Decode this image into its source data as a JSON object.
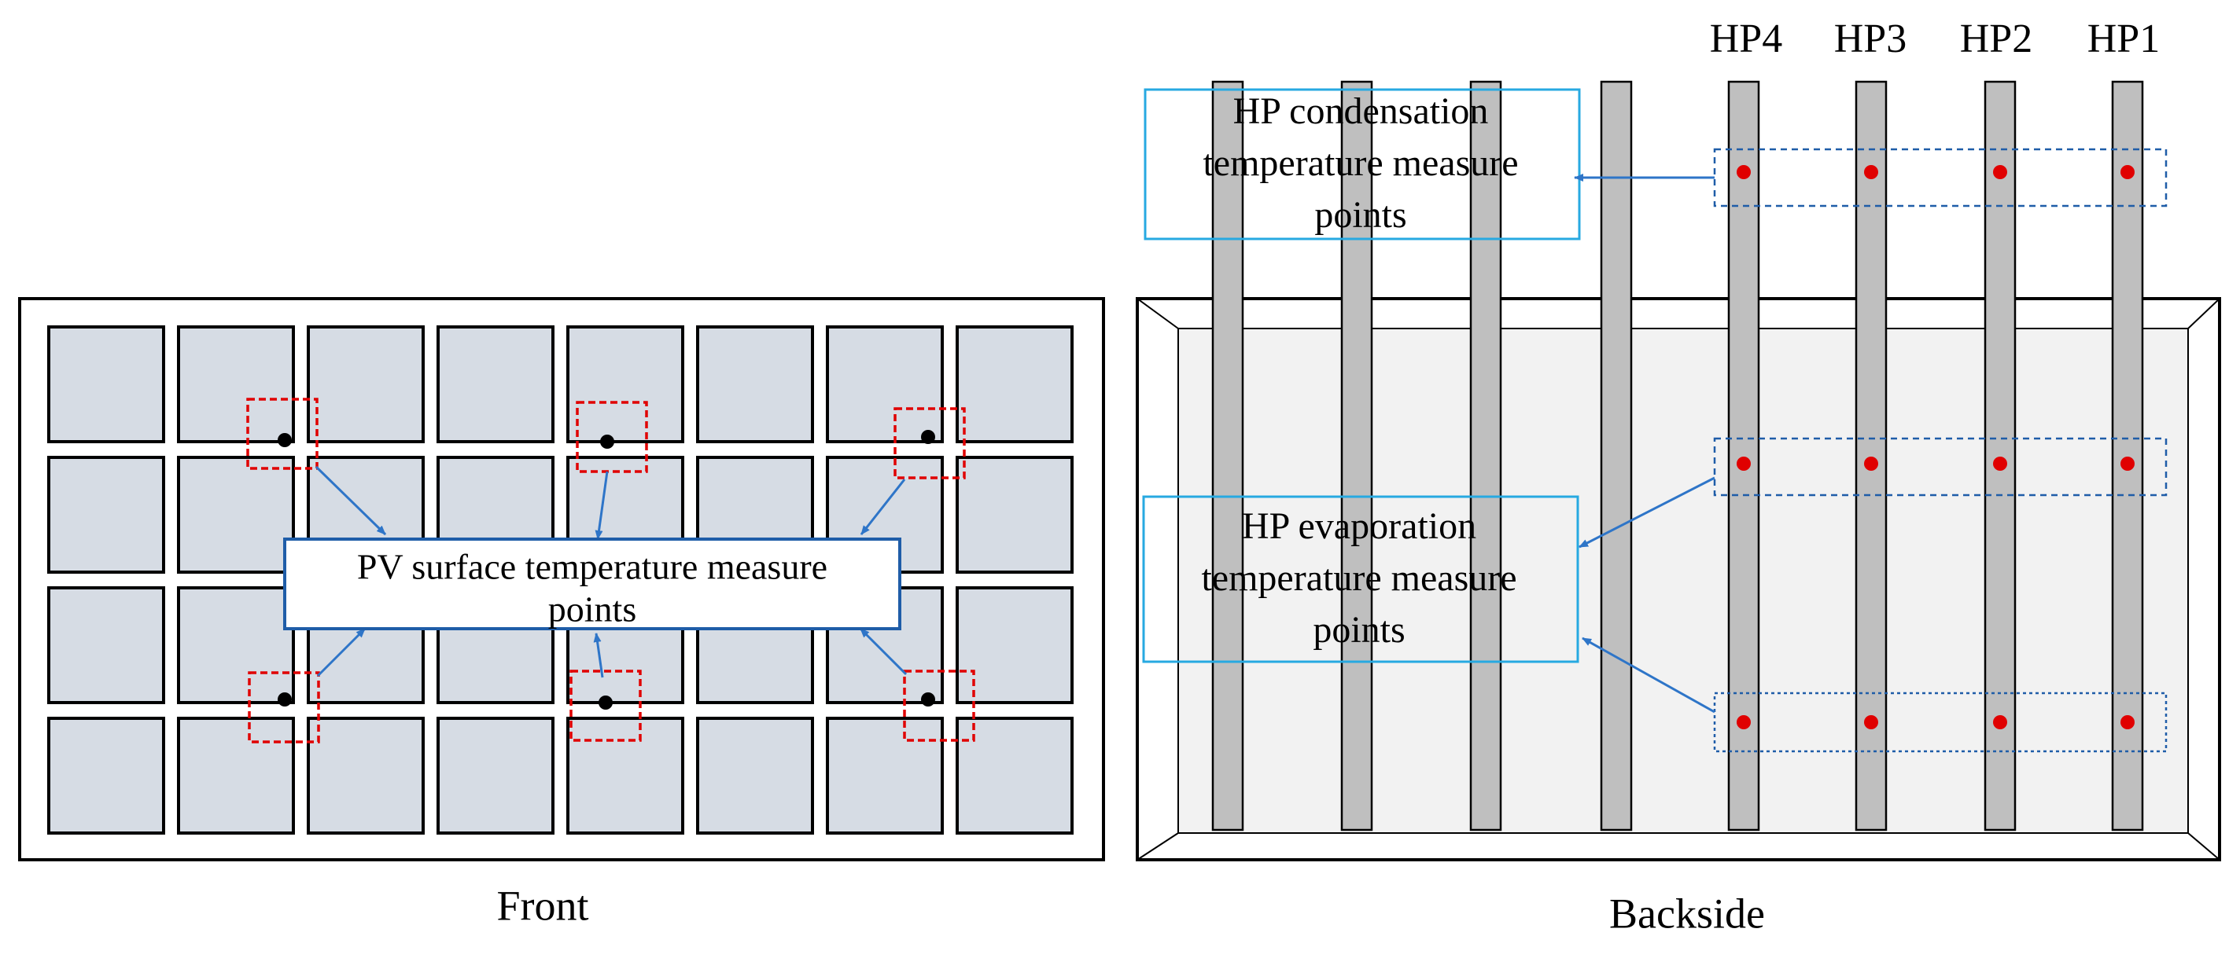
{
  "front": {
    "caption": "Front",
    "callout": {
      "line1": "PV surface temperature measure",
      "line2": "points"
    },
    "grid": {
      "rows": 4,
      "cols": 8
    },
    "measure_points_count": 6
  },
  "backside": {
    "caption": "Backside",
    "heat_pipe_labels": [
      "HP4",
      "HP3",
      "HP2",
      "HP1"
    ],
    "condensation_callout": {
      "line1": "HP condensation",
      "line2": "temperature measure",
      "line3": "points"
    },
    "evaporation_callout": {
      "line1": "HP evaporation",
      "line2": "temperature measure",
      "line3": "points"
    },
    "total_heat_pipes": 8
  },
  "colors": {
    "cell_fill": "#d6dce4",
    "marker_box": "#e00000",
    "arrow": "#2e75c8",
    "callout_border": "#1f5da8",
    "backside_callout_border": "#27a9e1",
    "pipe_fill": "#bfbfbf",
    "backside_panel": "#f2f2f2",
    "dot_black": "#000000",
    "dot_red": "#e00000",
    "dashed_group": "#1f5da8"
  }
}
